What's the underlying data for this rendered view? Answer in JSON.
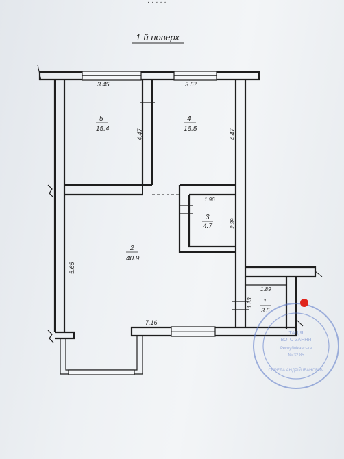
{
  "header_fragment": "· · · · ·",
  "floor_title": "1-й поверх",
  "rooms": [
    {
      "number": "5",
      "area": "15.4"
    },
    {
      "number": "4",
      "area": "16.5"
    },
    {
      "number": "3",
      "area": "4.7"
    },
    {
      "number": "2",
      "area": "40.9"
    },
    {
      "number": "1",
      "area": "3.5"
    }
  ],
  "dimensions": {
    "room5_width": "3.45",
    "room4_width": "3.57",
    "room5_height": "4.47",
    "room4_height": "4.47",
    "room3_width": "1.96",
    "room3_height": "2.39",
    "room2_height": "5.65",
    "room2_width": "7.16",
    "room1_width": "1.89",
    "room1_height": "1.83"
  },
  "stamp": {
    "text_fragments": [
      "ТАЦІЯ",
      "ВОГО ЗАННЯ",
      "Республіканська",
      "№ 32 85",
      "СЕРЕДА АНДРІЙ ІВАНОВИЧ"
    ],
    "color": "#5a78c8"
  },
  "marker_color": "#e0251c"
}
